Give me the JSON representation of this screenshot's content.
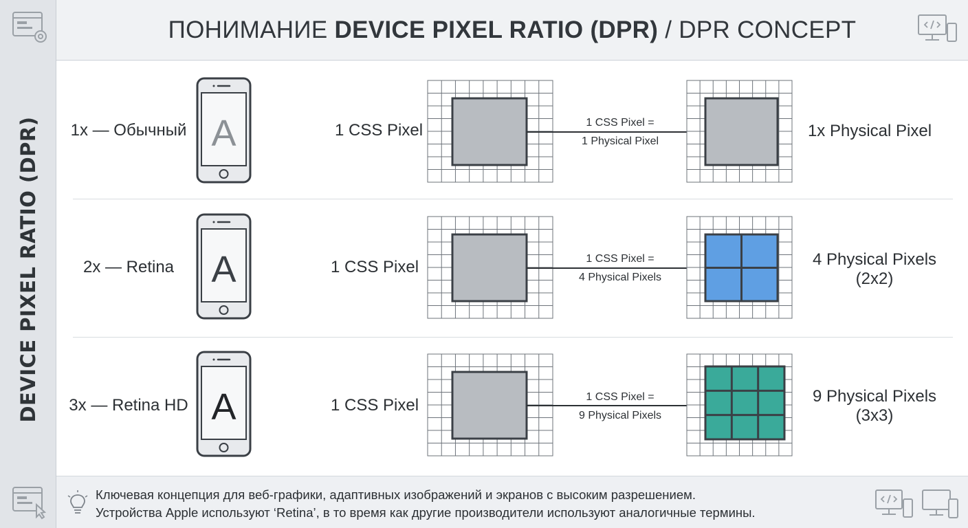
{
  "title": {
    "prefix": "ПОНИМАНИЕ ",
    "bold": "DEVICE PIXEL RATIO (DPR)",
    "suffix": " / DPR CONCEPT"
  },
  "side_label": "DEVICE PIXEL RATIO (DPR)",
  "rows": [
    {
      "label": "1x — Обычный",
      "phone_letter": "A",
      "css_label": "1 CSS Pixel",
      "arrow_line1": "1 CSS Pixel =",
      "arrow_line2": "1 Physical Pixel",
      "phys_line1": "1x Physical Pixel",
      "phys_line2": "",
      "grid_n": 1,
      "fill": "#b8bcc1",
      "letter_color": "#8c9196"
    },
    {
      "label": "2x — Retina",
      "phone_letter": "A",
      "css_label": "1 CSS Pixel",
      "arrow_line1": "1 CSS Pixel =",
      "arrow_line2": "4 Physical Pixels",
      "phys_line1": "4 Physical Pixels",
      "phys_line2": "(2x2)",
      "grid_n": 2,
      "fill": "#5f9fe3",
      "letter_color": "#3b4046"
    },
    {
      "label": "3x — Retina HD",
      "phone_letter": "A",
      "css_label": "1 CSS Pixel",
      "arrow_line1": "1 CSS Pixel =",
      "arrow_line2": "9 Physical Pixels",
      "phys_line1": "9 Physical Pixels",
      "phys_line2": "(3x3)",
      "grid_n": 3,
      "fill": "#3aaa9a",
      "letter_color": "#222428"
    }
  ],
  "footer": {
    "line1": "Ключевая концепция для веб-графики, адаптивных изображений и экранов с высоким разрешением.",
    "line2": "Устройства Apple используют ‘Retina’, в то время как другие производители используют аналогичные термины."
  },
  "colors": {
    "css_pixel_fill": "#b8bcc1",
    "grid_line": "#3b4046",
    "icon_stroke": "#9aa0a6"
  },
  "icons": {
    "top_left": "browser-settings-icon",
    "top_right": "code-devices-icon",
    "bottom_left": "browser-cursor-icon",
    "footer_hint": "lightbulb-icon",
    "bottom_right_1": "code-devices-icon",
    "bottom_right_2": "monitor-phone-icon"
  }
}
